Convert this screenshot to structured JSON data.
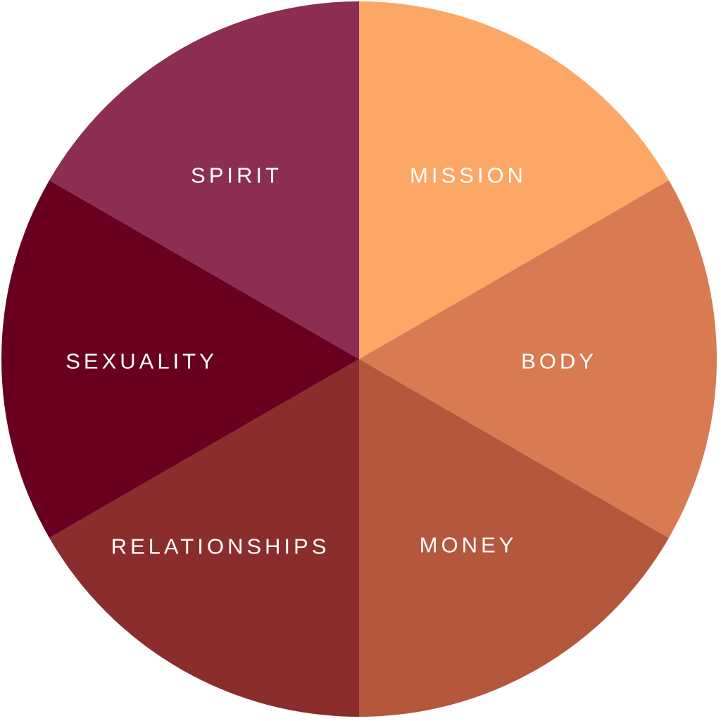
{
  "wheel": {
    "segments": [
      {
        "id": "mission",
        "label": "MISSION",
        "color": "#FDA766"
      },
      {
        "id": "body",
        "label": "BODY",
        "color": "#D87B52"
      },
      {
        "id": "money",
        "label": "MONEY",
        "color": "#B4573D"
      },
      {
        "id": "relationships",
        "label": "RELATIONSHIPS",
        "color": "#8B2D2D"
      },
      {
        "id": "sexuality",
        "label": "SEXUALITY",
        "color": "#69001F"
      },
      {
        "id": "spirit",
        "label": "SPIRIT",
        "color": "#8C2E52"
      }
    ]
  }
}
